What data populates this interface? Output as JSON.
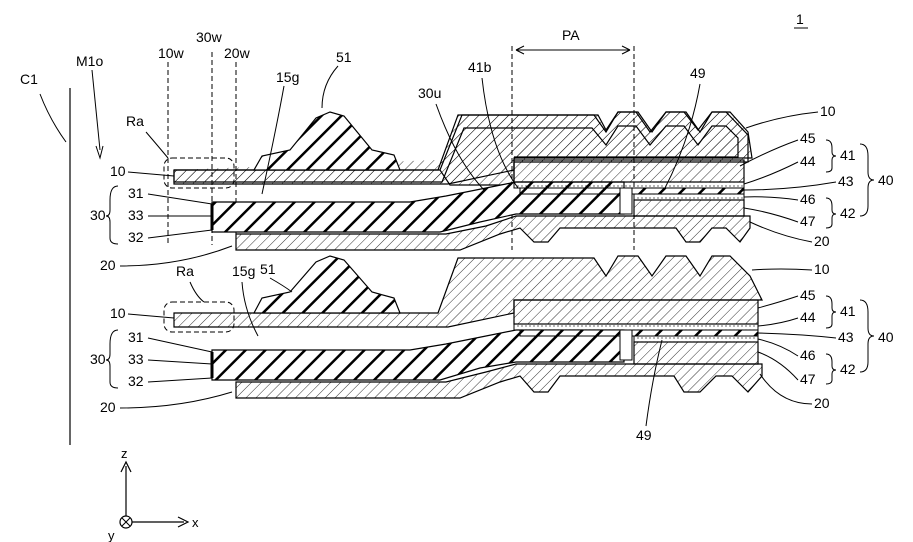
{
  "figure_label": "1",
  "labels": {
    "C1": "C1",
    "M1o": "M1o",
    "w10": "10w",
    "w30": "30w",
    "w20": "20w",
    "g15": "15g",
    "n51": "51",
    "Ra": "Ra",
    "n10": "10",
    "n20": "20",
    "n30": "30",
    "n31": "31",
    "n32": "32",
    "n33": "33",
    "u30": "30u",
    "b41": "41b",
    "PA": "PA",
    "n49": "49",
    "n40": "40",
    "n41": "41",
    "n42": "42",
    "n43": "43",
    "n44": "44",
    "n45": "45",
    "n46": "46",
    "n47": "47"
  },
  "axes": {
    "z": "z",
    "x": "x",
    "y": "y"
  },
  "colors": {
    "ink": "#000000",
    "paper": "#ffffff"
  }
}
